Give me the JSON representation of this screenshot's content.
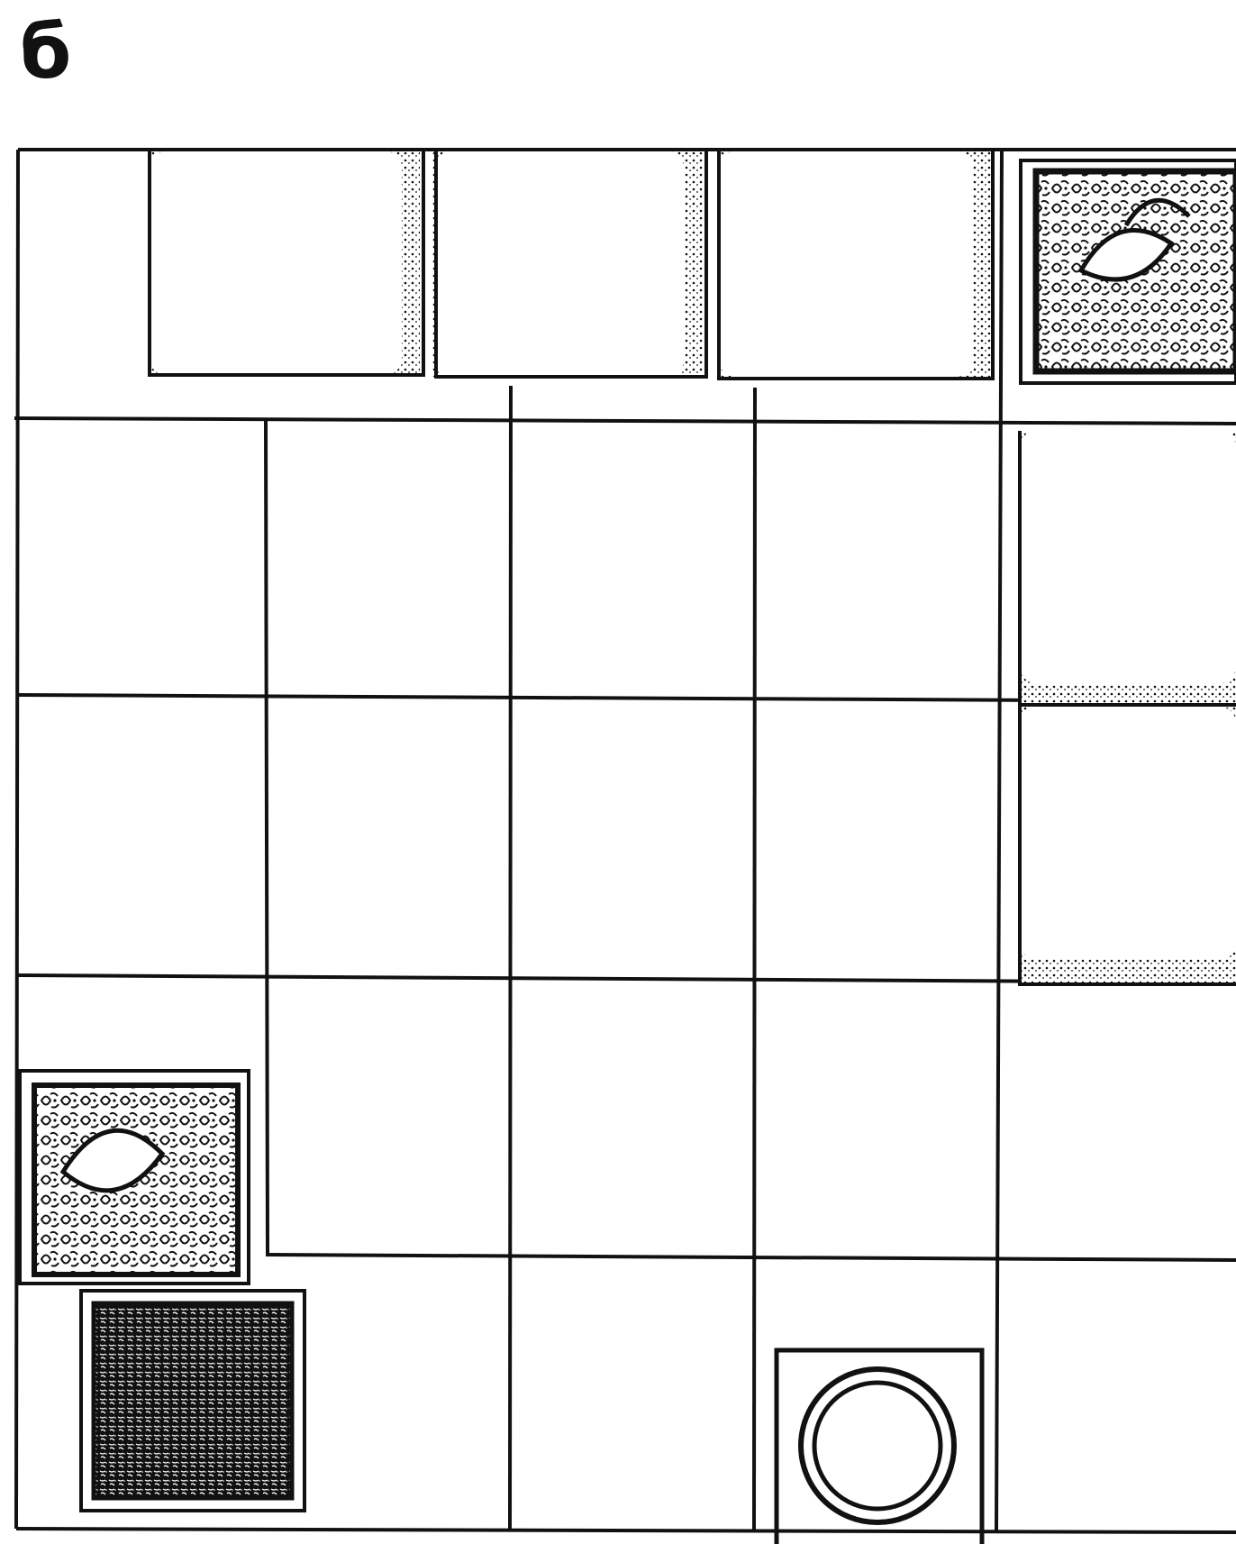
{
  "figure_label": "б",
  "colors": {
    "ink": "#111111",
    "paper": "#ffffff"
  },
  "plan": {
    "grid": {
      "rows": 5,
      "columns": 5,
      "cropped_on_right": true
    },
    "items": [
      {
        "kind": "box-plant",
        "icon": "plant-box-icon",
        "location": "top-right"
      },
      {
        "kind": "shaded-box",
        "count": 3,
        "icon": "planter-box-icon",
        "location": "top-row"
      },
      {
        "kind": "shaded-box",
        "count": 2,
        "icon": "planter-box-icon",
        "location": "right-column"
      },
      {
        "kind": "box-plant",
        "icon": "plant-box-icon",
        "location": "bottom-left"
      },
      {
        "kind": "box-shrub",
        "icon": "shrub-box-icon",
        "location": "bottom-left"
      },
      {
        "kind": "round-pot-in-frame",
        "icon": "round-pot-icon",
        "location": "bottom"
      }
    ]
  }
}
